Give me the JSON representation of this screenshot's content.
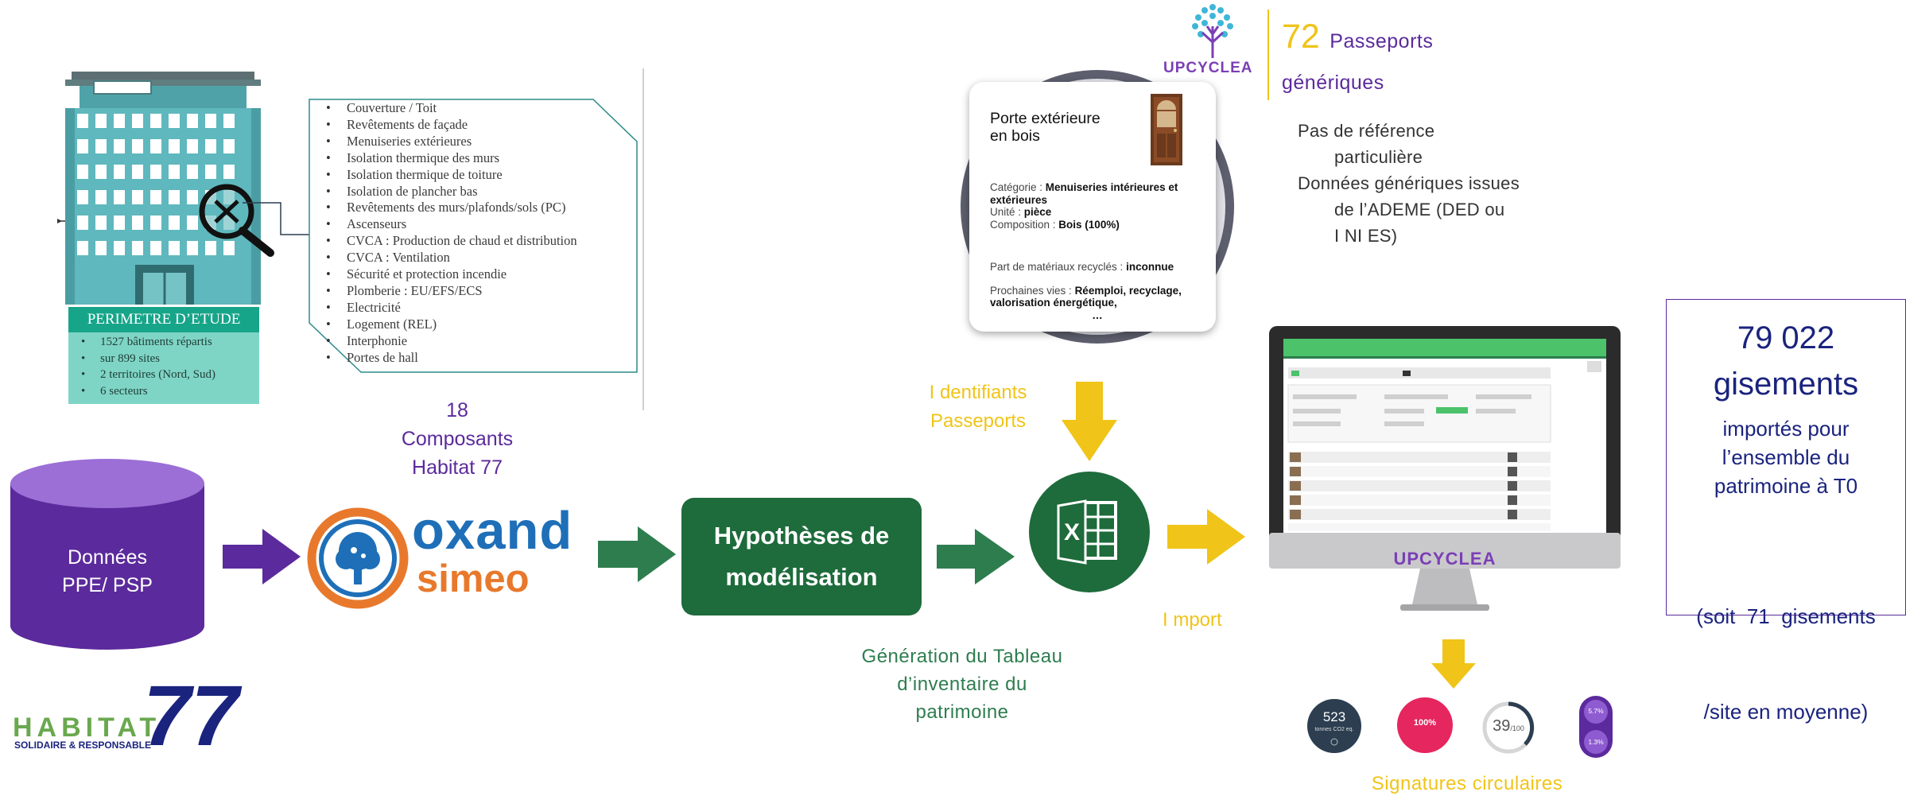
{
  "perimetre": {
    "title": "PERIMETRE D’ETUDE",
    "items": [
      "1527 bâtiments répartis",
      "sur 899 sites",
      "2 territoires (Nord, Sud)",
      "6 secteurs"
    ]
  },
  "composants_list": [
    "Couverture / Toit",
    "Revêtements de façade",
    "Menuiseries extérieures",
    "Isolation thermique des murs",
    "Isolation thermique de toiture",
    "Isolation de plancher bas",
    "Revêtements des murs/plafonds/sols (PC)",
    "Ascenseurs",
    "CVCA : Production de chaud et distribution",
    "CVCA : Ventilation",
    "Sécurité et protection incendie",
    "Plomberie : EU/EFS/ECS",
    "Electricité",
    "Logement (REL)",
    "Interphonie",
    "Portes de hall"
  ],
  "composants_caption": [
    "18",
    "Composants",
    "Habitat 77"
  ],
  "database": [
    "Données",
    "PPE/ PSP"
  ],
  "oxand": {
    "line1": "oxand",
    "line2": "simeo"
  },
  "hypotheses": [
    "Hypothèses de",
    "modélisation"
  ],
  "generation_caption": [
    "Génération du Tableau",
    "d’inventaire du",
    "patrimoine"
  ],
  "identifiants_caption": [
    "I dentifiants",
    "Passeports"
  ],
  "import_caption": "I mport",
  "passport_card": {
    "title": [
      "Porte extérieure",
      "en bois"
    ],
    "categorie_label": "Catégorie : ",
    "categorie_value": "Menuiseries intérieures et extérieures",
    "unite_label": "Unité : ",
    "unite_value": "pièce",
    "composition_label": "Composition : ",
    "composition_value": "Bois (100%)",
    "recycles_label": "Part de matériaux recyclés : ",
    "recycles_value": "inconnue",
    "vies_label": "Prochaines vies : ",
    "vies_value": "Réemploi, recyclage, valorisation énergétique,",
    "ellipsis": "…"
  },
  "upcyclea": {
    "logo_text": "UPCYCLEA",
    "count": "72",
    "passeports_word": "Passeports",
    "generiques_word": "génériques",
    "notes": [
      "Pas de référence",
      "particulière",
      "Données génériques issues",
      "de l’ADEME (DED ou",
      "I NI ES)"
    ]
  },
  "monitor": {
    "brand": "UPCYCLEA"
  },
  "signatures": {
    "caption": "Signatures circulaires",
    "co2_value": "523",
    "co2_unit": "tonnes CO2 eq.",
    "percent": "100%",
    "score": "39",
    "score_max": "/100",
    "pill_top": "5.7%",
    "pill_bottom": "1.3%"
  },
  "gisements": {
    "number": "79 022",
    "word": "gisements",
    "lines": [
      "importés pour",
      "l’ensemble du",
      "patrimoine à T0"
    ],
    "avg": [
      "(soit  71  gisements",
      "/site en moyenne)"
    ]
  },
  "habitat77": {
    "word": "HABITAT",
    "tagline": "SOLIDAIRE & RESPONSABLE",
    "number": "77"
  },
  "colors": {
    "purple": "#5b2a9c",
    "green": "#1e6b3b",
    "yellow": "#f0c419",
    "teal": "#17a589",
    "orange": "#e8792c",
    "blue": "#1e6fb8"
  }
}
